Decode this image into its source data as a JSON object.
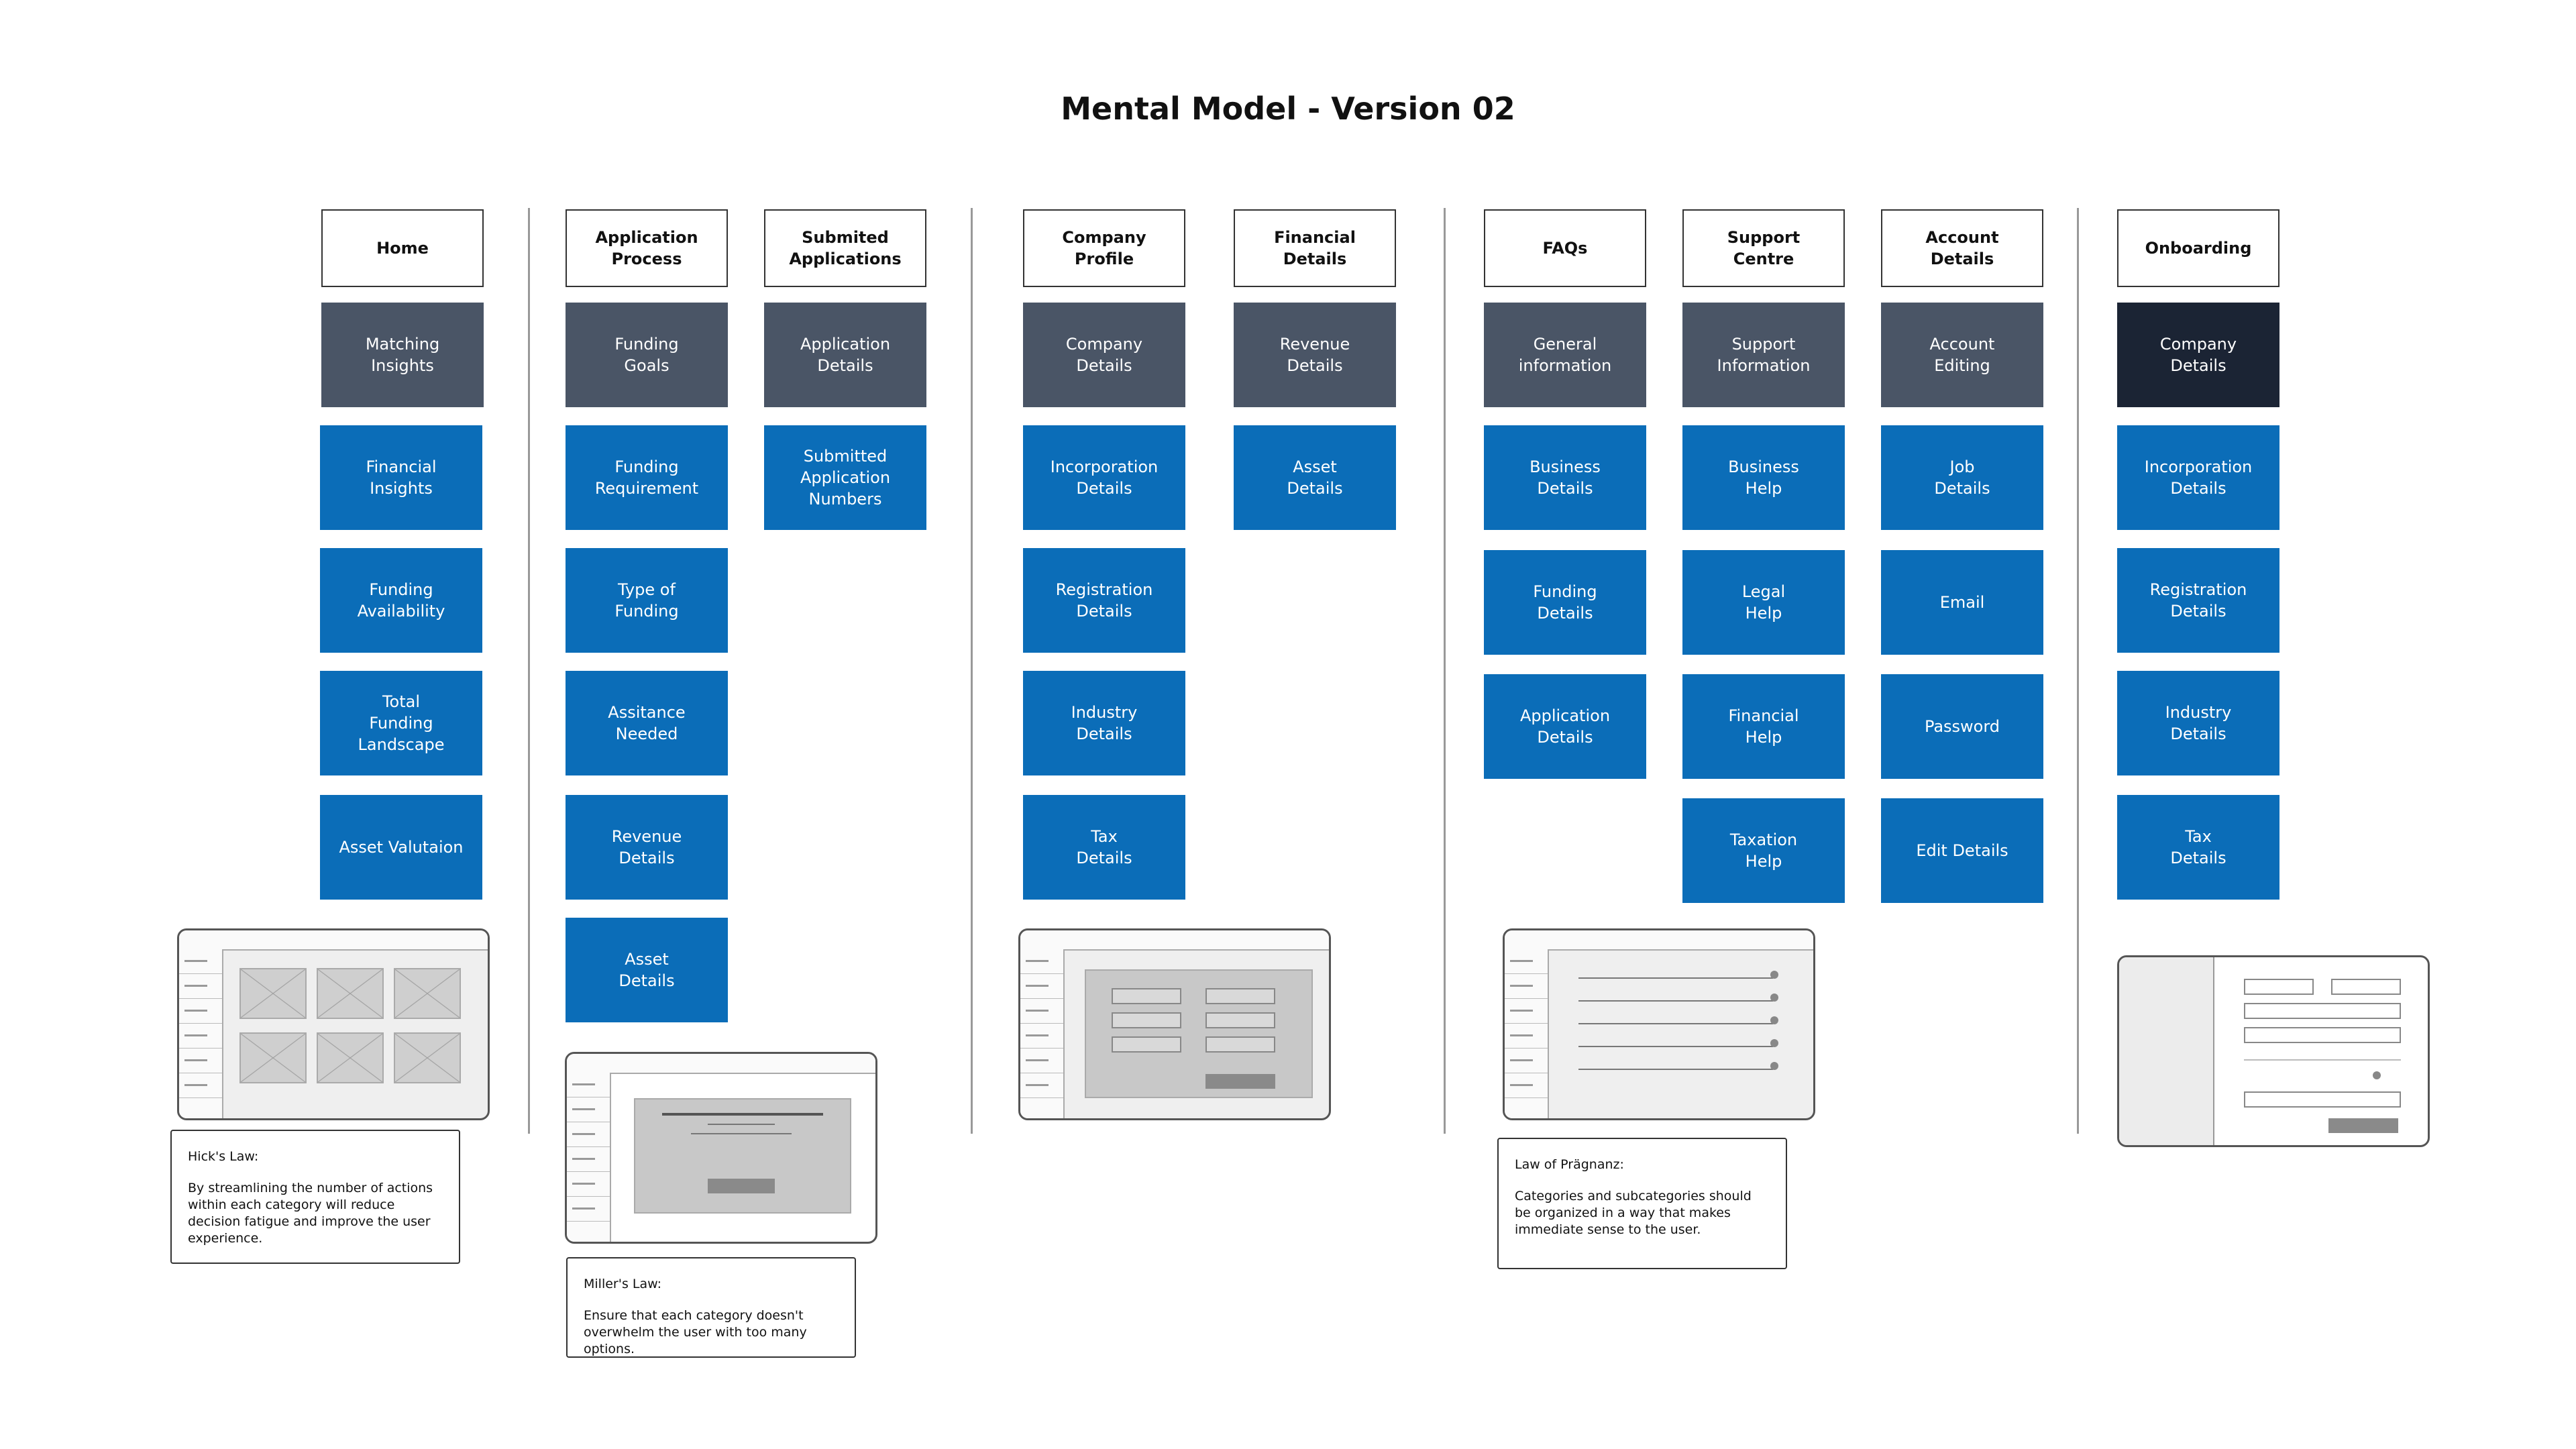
{
  "title": "Mental Model - Version 02",
  "colors": {
    "slate": "#4a5566",
    "navy": "#1b2434",
    "blue": "#0b6db8"
  },
  "columns": {
    "home": {
      "header": "Home",
      "items": [
        "Matching\nInsights",
        "Financial\nInsights",
        "Funding\nAvailability",
        "Total\nFunding\nLandscape",
        "Asset Valutaion"
      ]
    },
    "application_process": {
      "header": "Application\nProcess",
      "items": [
        "Funding\nGoals",
        "Funding\nRequirement",
        "Type of\nFunding",
        "Assitance\nNeeded",
        "Revenue\nDetails",
        "Asset\nDetails"
      ]
    },
    "submited_applications": {
      "header": "Submited\nApplications",
      "items": [
        "Application\nDetails",
        "Submitted\nApplication\nNumbers"
      ]
    },
    "company_profile": {
      "header": "Company\nProfile",
      "items": [
        "Company\nDetails",
        "Incorporation\nDetails",
        "Registration\nDetails",
        "Industry\nDetails",
        "Tax\nDetails"
      ]
    },
    "financial_details": {
      "header": "Financial\nDetails",
      "items": [
        "Revenue\nDetails",
        "Asset\nDetails"
      ]
    },
    "faqs": {
      "header": "FAQs",
      "items": [
        "General\ninformation",
        "Business\nDetails",
        "Funding\nDetails",
        "Application\nDetails"
      ]
    },
    "support_centre": {
      "header": "Support\nCentre",
      "items": [
        "Support\nInformation",
        "Business\nHelp",
        "Legal\nHelp",
        "Financial\nHelp",
        "Taxation\nHelp"
      ]
    },
    "account_details": {
      "header": "Account\nDetails",
      "items": [
        "Account\nEditing",
        "Job\nDetails",
        "Email",
        "Password",
        "Edit Details"
      ]
    },
    "onboarding": {
      "header": "Onboarding",
      "items": [
        "Company\nDetails",
        "Incorporation\nDetails",
        "Registration\nDetails",
        "Industry\nDetails",
        "Tax\nDetails"
      ]
    }
  },
  "notes": {
    "hicks": {
      "title": "Hick's Law:",
      "body": "By streamlining the number of actions within each category will reduce decision fatigue and improve the user experience."
    },
    "millers": {
      "title": "Miller's Law:",
      "body": "Ensure that each category doesn't overwhelm the user with too many options."
    },
    "pragnanz": {
      "title": "Law of Prägnanz:",
      "body": "Categories and subcategories should be organized in a way that makes immediate sense to the user."
    }
  }
}
